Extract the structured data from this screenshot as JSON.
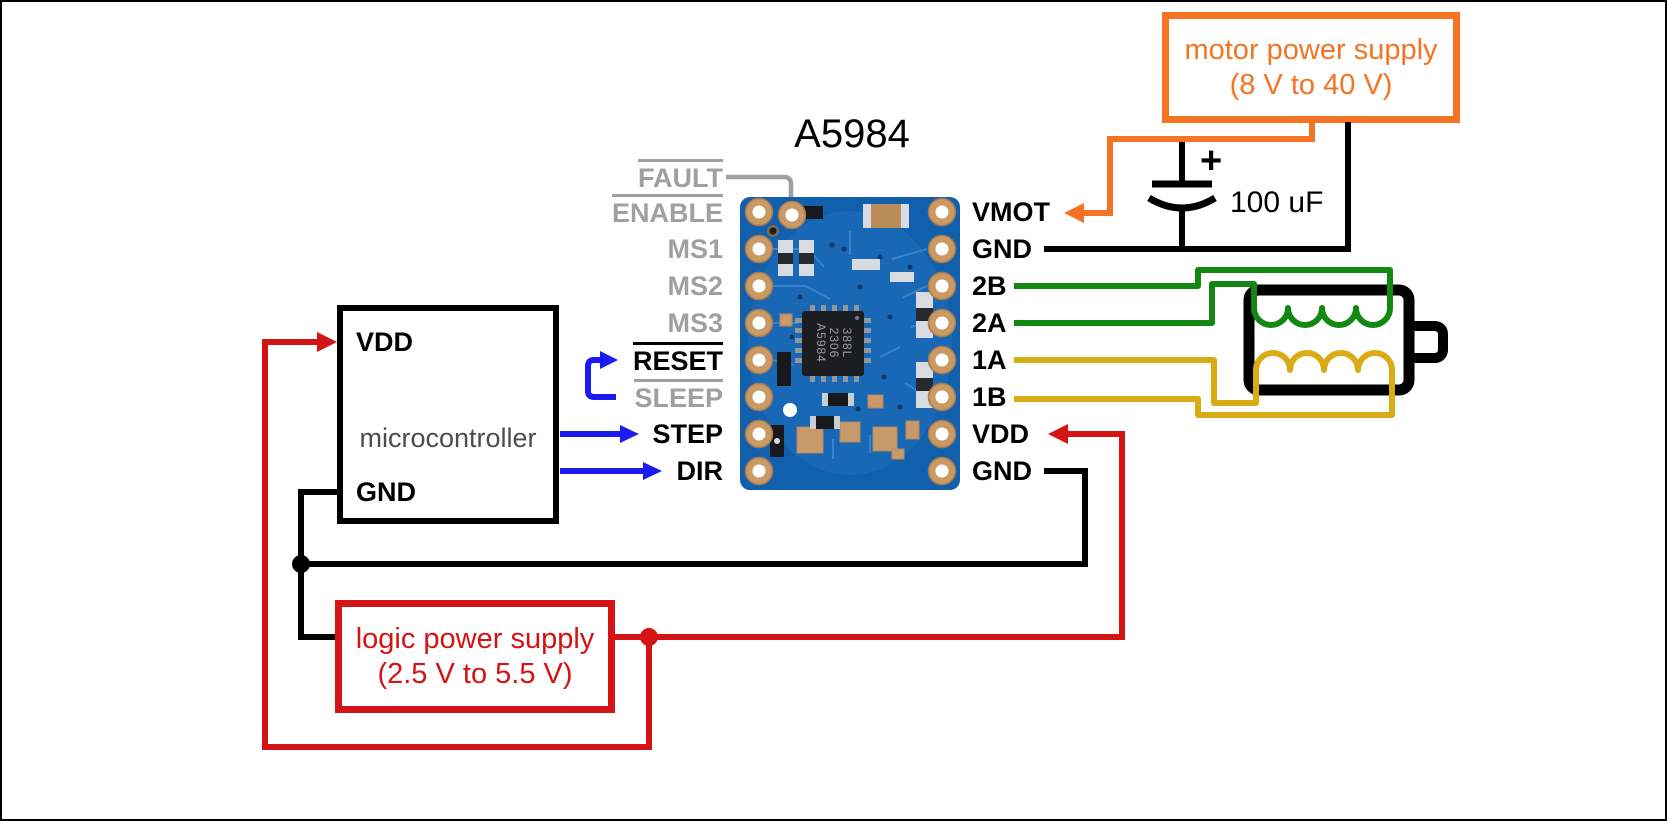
{
  "title": "A5984",
  "left_pins": [
    {
      "label": "FAULT"
    },
    {
      "label": "ENABLE"
    },
    {
      "label": "MS1"
    },
    {
      "label": "MS2"
    },
    {
      "label": "MS3"
    },
    {
      "label": "RESET"
    },
    {
      "label": "SLEEP"
    },
    {
      "label": "STEP"
    },
    {
      "label": "DIR"
    }
  ],
  "right_pins": [
    {
      "label": "VMOT"
    },
    {
      "label": "GND"
    },
    {
      "label": "2B"
    },
    {
      "label": "2A"
    },
    {
      "label": "1A"
    },
    {
      "label": "1B"
    },
    {
      "label": "VDD"
    },
    {
      "label": "GND"
    }
  ],
  "microcontroller": {
    "top_pin": "VDD",
    "name": "microcontroller",
    "bottom_pin": "GND"
  },
  "motor_power_supply": {
    "line1": "motor power supply",
    "line2": "(8 V to 40 V)"
  },
  "logic_power_supply": {
    "line1": "logic power supply",
    "line2": "(2.5 V to 5.5 V)"
  },
  "capacitor": {
    "polarity": "+",
    "value": "100 uF"
  },
  "board": {
    "ic_text": [
      "388L",
      "2306",
      "A5984"
    ]
  },
  "colors": {
    "orange": "#f47424",
    "red": "#d41414",
    "blue": "#1c1cf0",
    "green": "#128712",
    "yellow": "#d9ab15",
    "gray_label": "#a0a0a0",
    "black": "#000000",
    "pcb_blue": "#1160ae",
    "pad_copper": "#c99a64"
  }
}
